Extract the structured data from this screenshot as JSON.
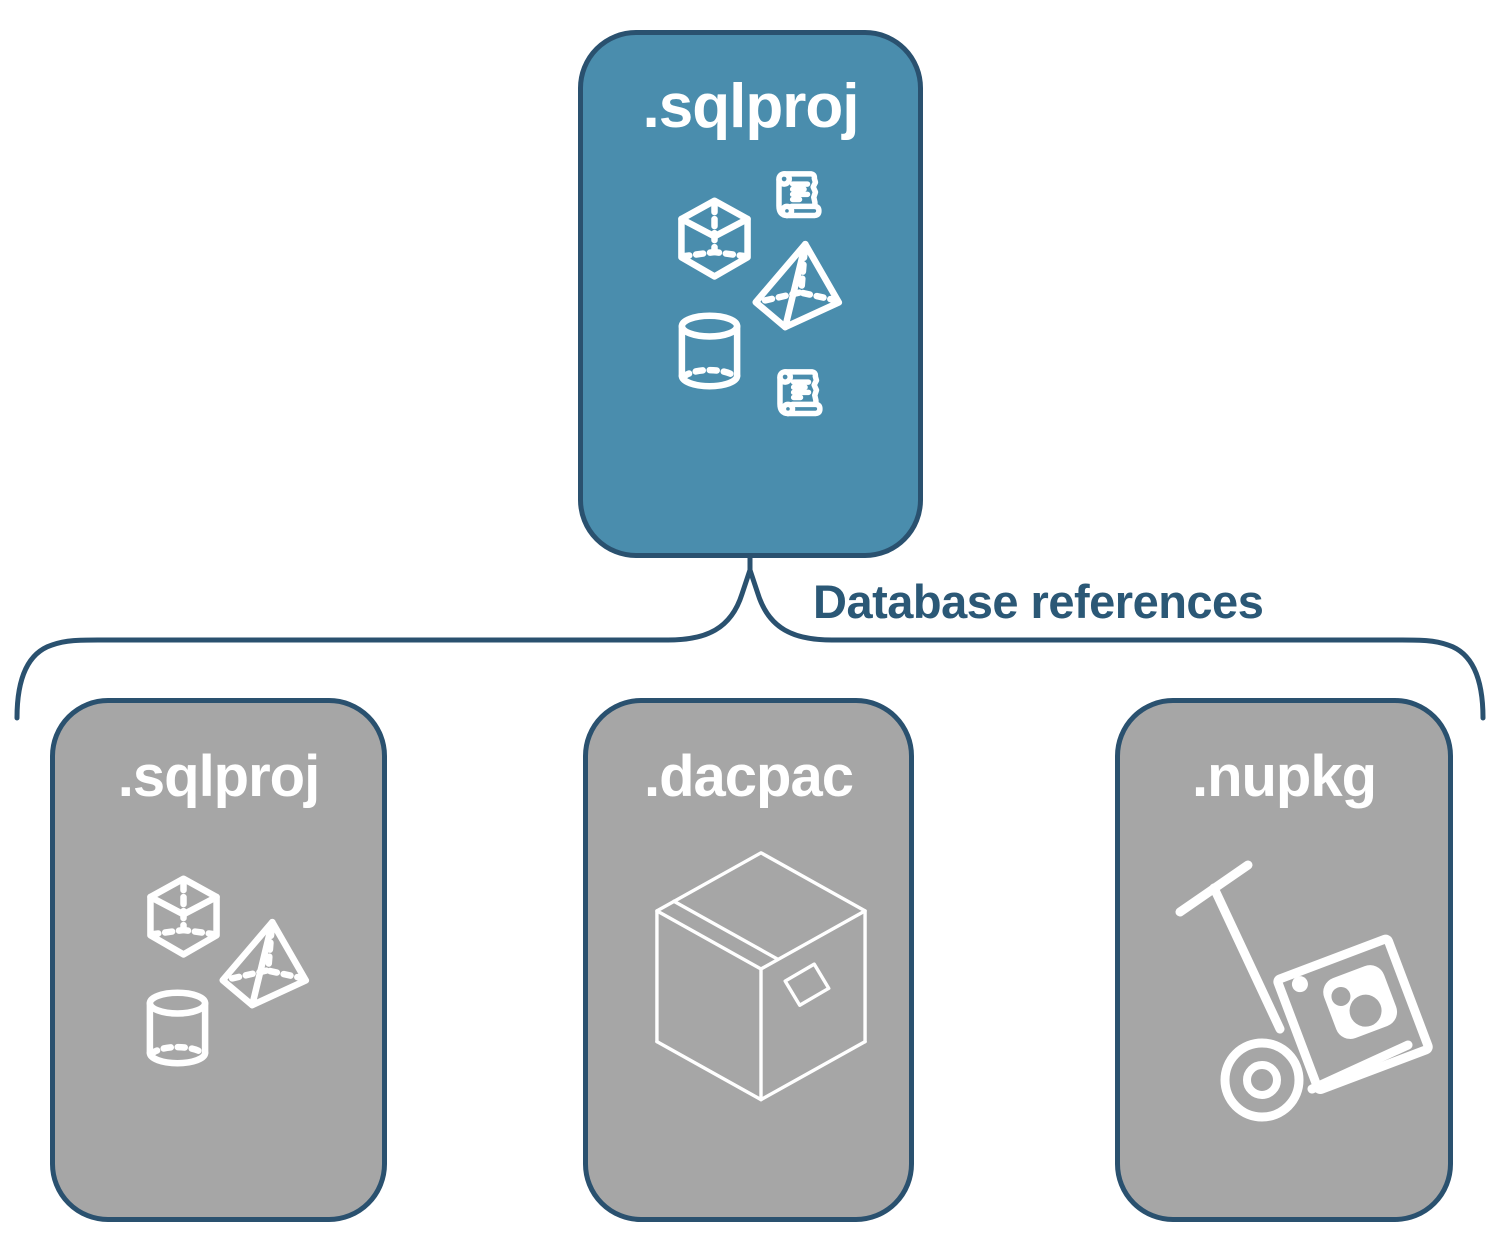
{
  "root_node": {
    "label": ".sqlproj",
    "icons": [
      "cube-icon",
      "scroll-icon",
      "pyramid-icon",
      "cylinder-icon",
      "scroll-icon"
    ]
  },
  "connector": {
    "label": "Database references"
  },
  "children": [
    {
      "label": ".sqlproj",
      "icons": [
        "cube-icon",
        "pyramid-icon",
        "cylinder-icon"
      ]
    },
    {
      "label": ".dacpac",
      "icons": [
        "package-box-icon"
      ]
    },
    {
      "label": ".nupkg",
      "icons": [
        "hand-truck-icon",
        "nuget-logo-icon"
      ]
    }
  ],
  "colors": {
    "root_fill": "#4A8DAD",
    "child_fill": "#A6A6A6",
    "line": "#2A516F",
    "label_text": "#2B5876",
    "icon_stroke": "#FFFFFF",
    "background": "#FFFFFF"
  }
}
